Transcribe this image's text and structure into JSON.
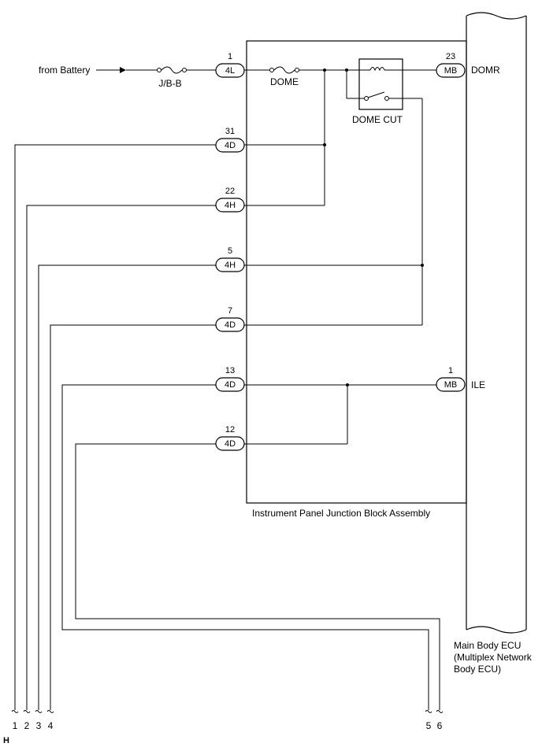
{
  "source_label": "from Battery",
  "fuses": {
    "jbb": "J/B-B",
    "dome": "DOME"
  },
  "relay_label": "DOME CUT",
  "junction_block_label": "Instrument Panel Junction Block Assembly",
  "ecu_label_lines": [
    "Main Body ECU",
    "(Multiplex Network",
    "Body ECU)"
  ],
  "connectors": [
    {
      "id": "c1",
      "code": "4L",
      "pin": "1"
    },
    {
      "id": "c2",
      "code": "4D",
      "pin": "31"
    },
    {
      "id": "c3",
      "code": "4H",
      "pin": "22"
    },
    {
      "id": "c4",
      "code": "4H",
      "pin": "5"
    },
    {
      "id": "c5",
      "code": "4D",
      "pin": "7"
    },
    {
      "id": "c6",
      "code": "4D",
      "pin": "13"
    },
    {
      "id": "c7",
      "code": "4D",
      "pin": "12"
    }
  ],
  "ecu_connectors": [
    {
      "id": "e1",
      "code": "MB",
      "pin": "23",
      "signal": "DOMR"
    },
    {
      "id": "e2",
      "code": "MB",
      "pin": "1",
      "signal": "ILE"
    }
  ],
  "bottom_terminals": [
    "1",
    "2",
    "3",
    "4",
    "5",
    "6"
  ],
  "corner_mark": "H"
}
